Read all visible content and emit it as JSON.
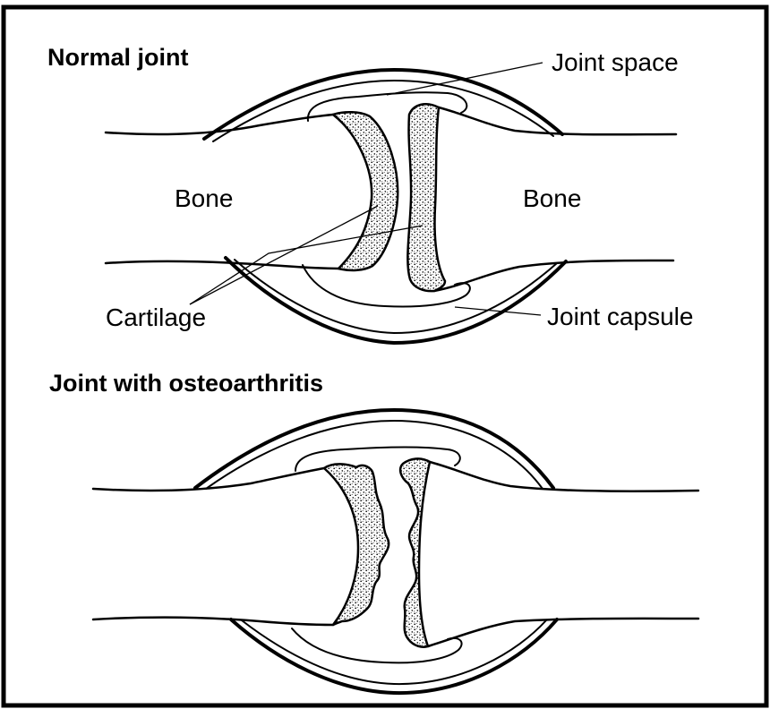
{
  "normal_joint": {
    "title": "Normal joint",
    "labels": {
      "joint_space": "Joint space",
      "bone_left": "Bone",
      "bone_right": "Bone",
      "cartilage": "Cartilage",
      "joint_capsule": "Joint capsule"
    }
  },
  "osteoarthritis_joint": {
    "title": "Joint with osteoarthritis"
  },
  "colors": {
    "ink": "#000000",
    "background": "#ffffff"
  }
}
